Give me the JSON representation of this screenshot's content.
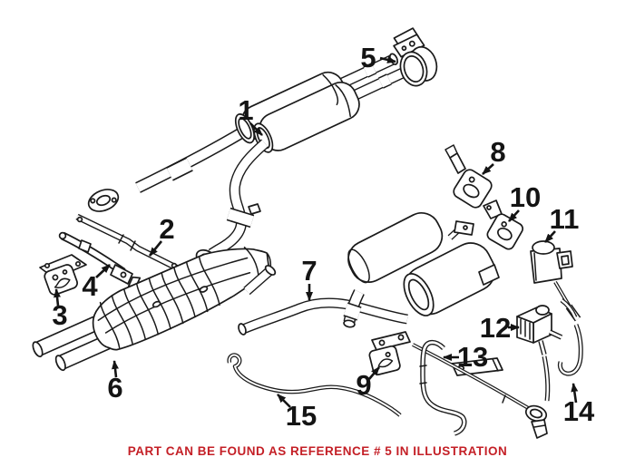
{
  "diagram": {
    "background_color": "#ffffff",
    "line_color": "#1a1a1a",
    "callouts": [
      "1",
      "2",
      "3",
      "4",
      "5",
      "6",
      "7",
      "8",
      "9",
      "10",
      "11",
      "12",
      "13",
      "14",
      "15"
    ],
    "caption": {
      "text": "PART CAN BE FOUND AS REFERENCE # 5 IN ILLUSTRATION",
      "color": "#c41f26"
    }
  }
}
